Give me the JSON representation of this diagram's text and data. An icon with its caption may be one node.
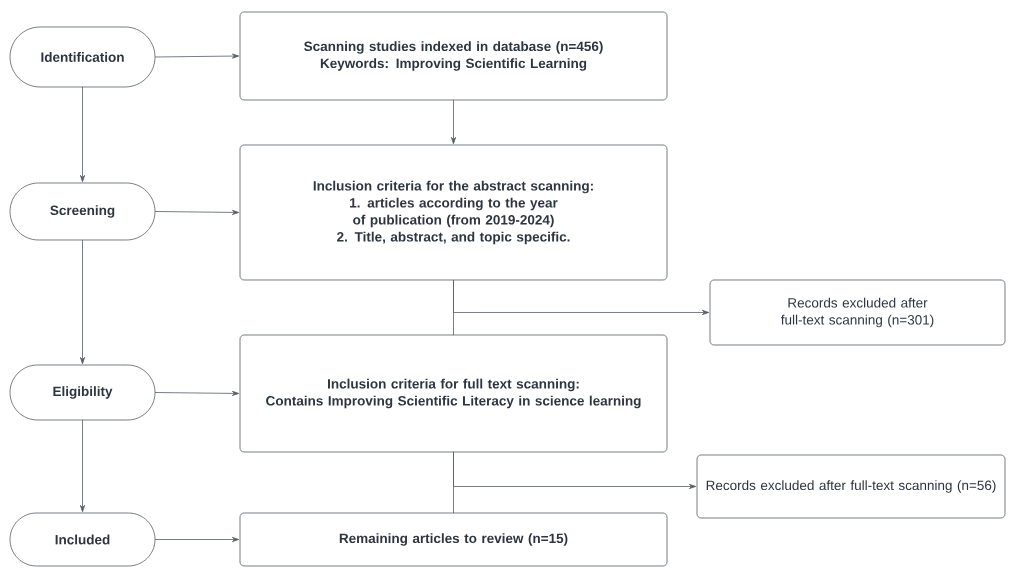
{
  "diagram": {
    "nodes": [
      {
        "text": [
          "Identification"
        ]
      },
      {
        "text": [
          "Scanning studies indexed in database (n=456)",
          "Keywords: Improving Scientific Learning"
        ]
      },
      {
        "text": [
          "Screening"
        ]
      },
      {
        "text": [
          "Inclusion criteria for the abstract scanning:",
          "1. articles according to the year of publication (from 2019-2024)",
          "2. Title, abstract, and topic specific."
        ]
      },
      {
        "text": [
          "Records excluded after full-text scanning (n=301)"
        ]
      },
      {
        "text": [
          "Eligibility"
        ]
      },
      {
        "text": [
          "Inclusion criteria for full text scanning:",
          "Contains Improving Scientific Literacy in science learning"
        ]
      },
      {
        "text": [
          "Records excluded after full-text scanning (n=56)"
        ]
      },
      {
        "text": [
          "Included"
        ]
      },
      {
        "text": [
          "Remaining articles to review (n=15)"
        ]
      }
    ],
    "edges": [
      {
        "from": 0,
        "to": 1,
        "arrow": "to"
      },
      {
        "from": 0,
        "to": 2,
        "arrow": "to"
      },
      {
        "from": 1,
        "to": 3,
        "arrow": "to"
      },
      {
        "from": 2,
        "to": 3,
        "arrow": "to"
      },
      {
        "from": 2,
        "to": 5,
        "arrow": "to"
      },
      {
        "from": 3,
        "to": 4,
        "arrow": "to"
      },
      {
        "from": 3,
        "to": 6,
        "arrow": "none"
      },
      {
        "from": 5,
        "to": 6,
        "arrow": "to"
      },
      {
        "from": 5,
        "to": 8,
        "arrow": "to"
      },
      {
        "from": 6,
        "to": 7,
        "arrow": "to"
      },
      {
        "from": 6,
        "to": 9,
        "arrow": "none"
      },
      {
        "from": 8,
        "to": 9,
        "arrow": "to"
      }
    ]
  }
}
